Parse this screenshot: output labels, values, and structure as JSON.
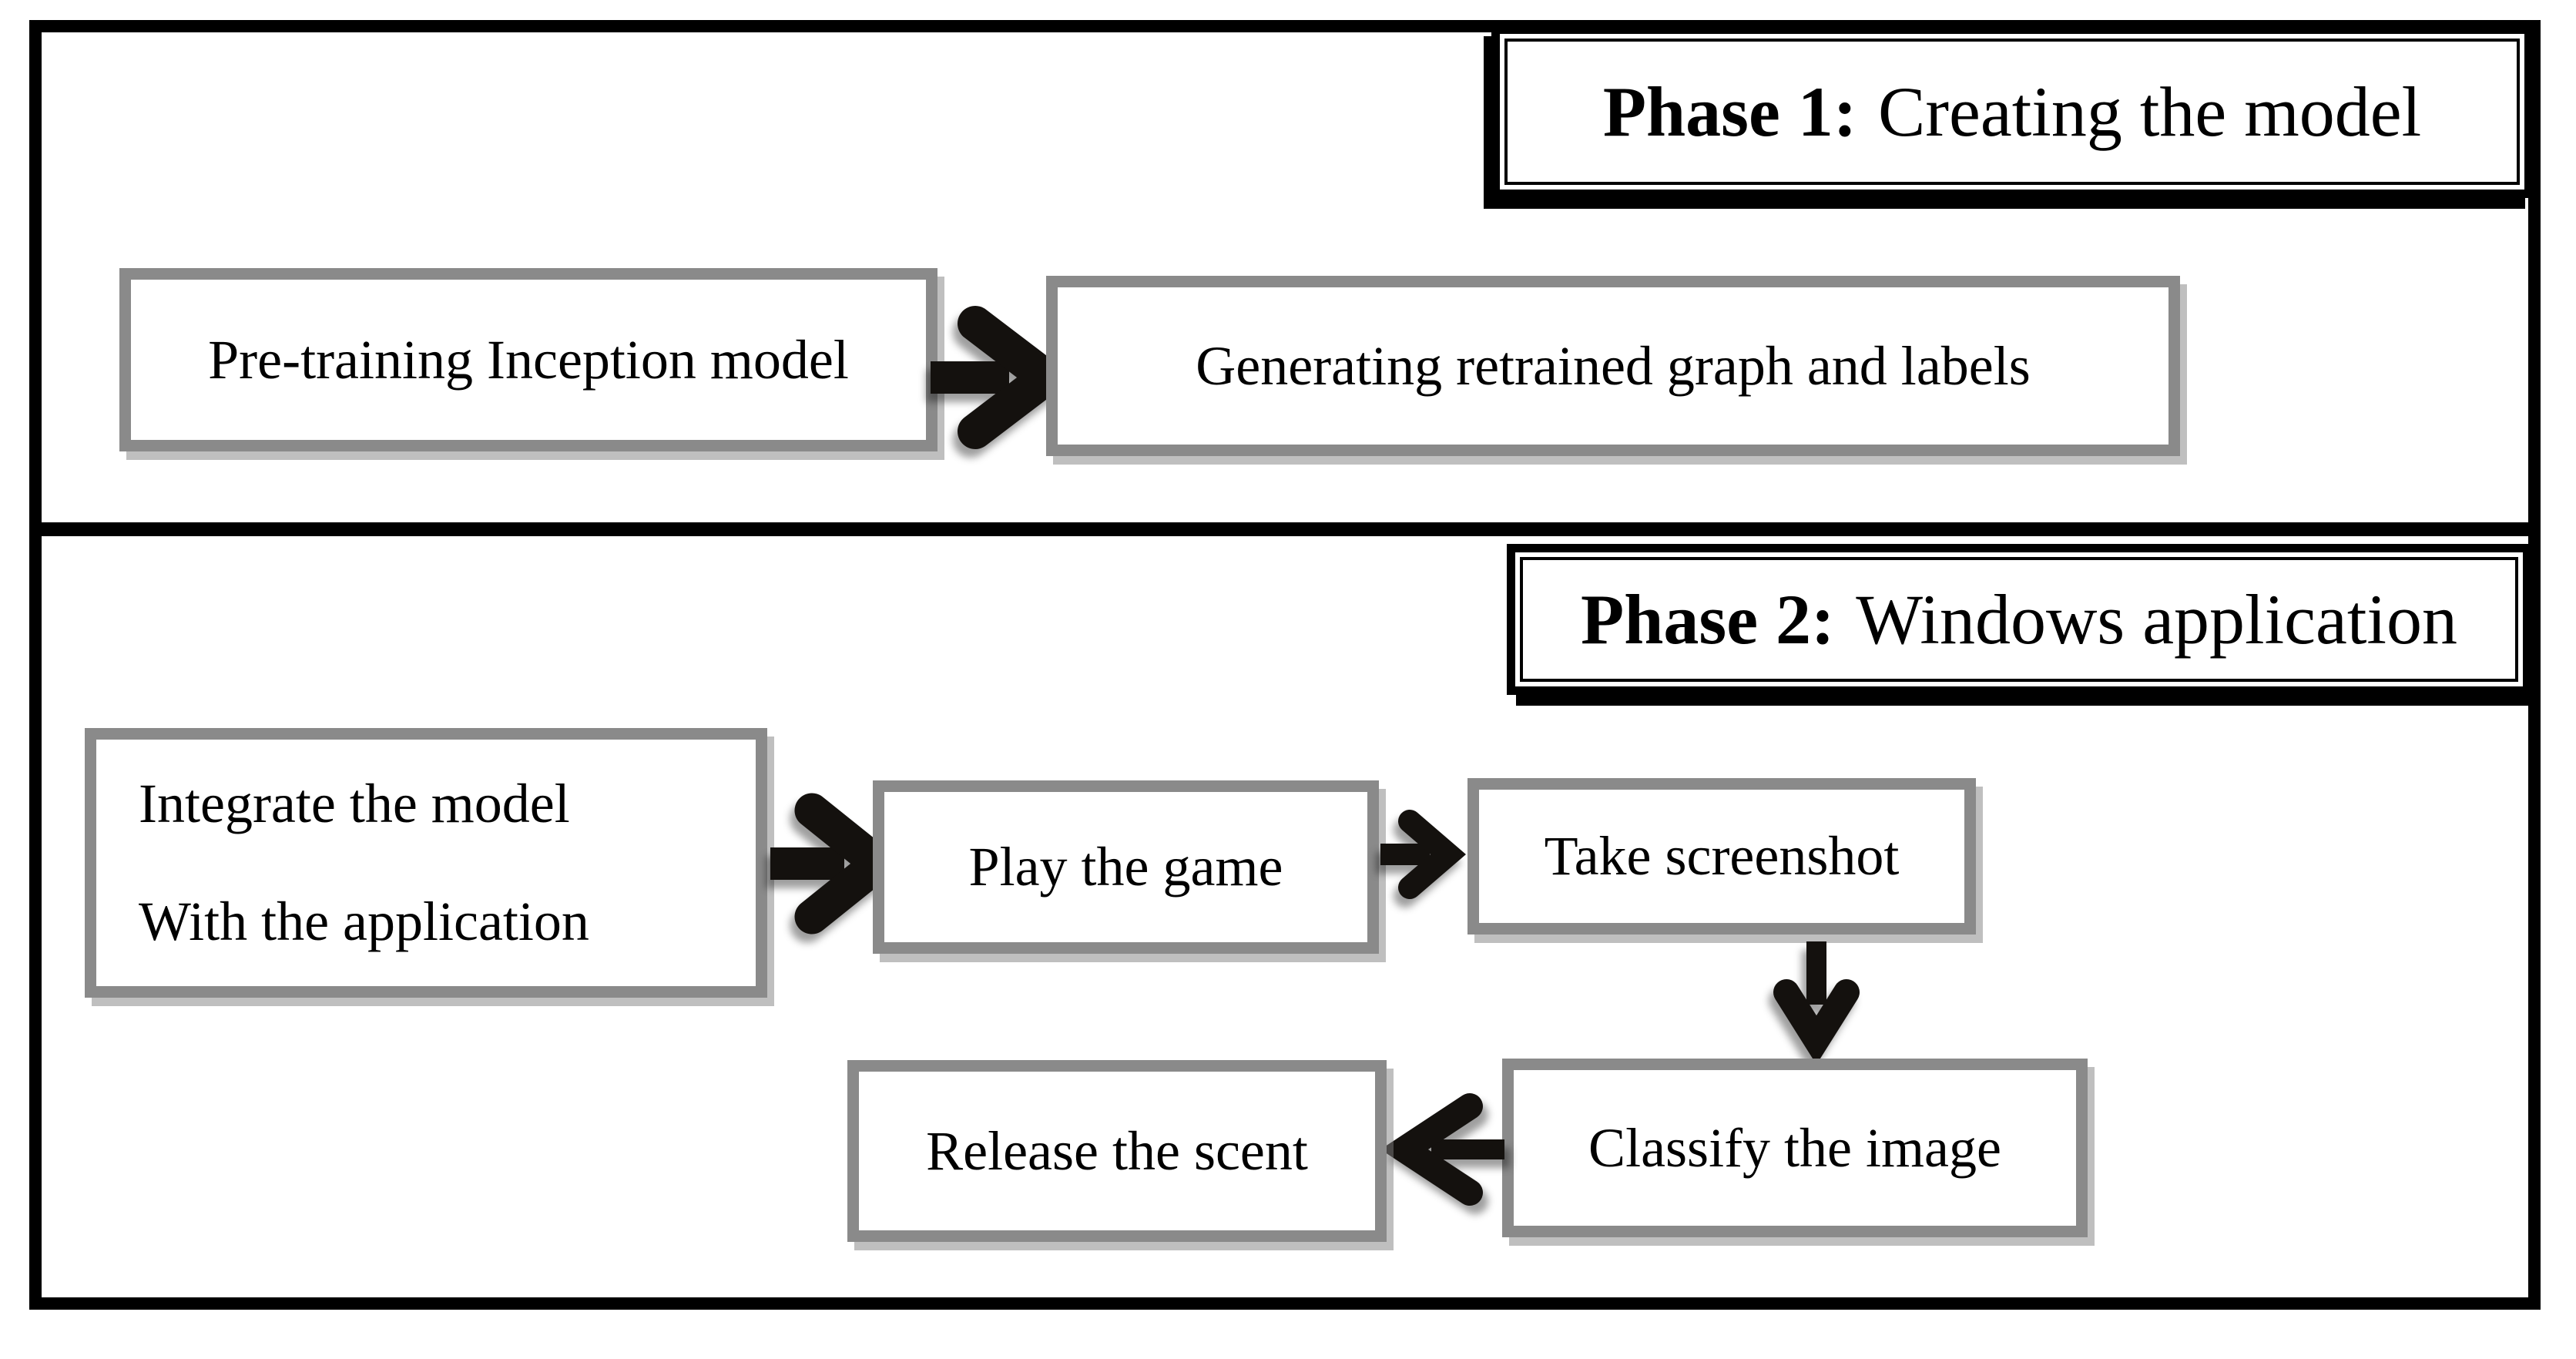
{
  "diagram": {
    "phase1": {
      "title_prefix": "Phase 1:",
      "title_text": "Creating the model",
      "step_pretraining": "Pre-training Inception model",
      "step_generating": "Generating retrained graph and labels"
    },
    "phase2": {
      "title_prefix": "Phase 2:",
      "title_text": "Windows application",
      "step_integrate_line1": "Integrate the model",
      "step_integrate_line2": "With the application",
      "step_play": "Play the game",
      "step_screenshot": "Take screenshot",
      "step_classify": "Classify the image",
      "step_release": "Release the scent"
    },
    "icons": {
      "flow_right": "block-arrow-right-icon",
      "flow_down": "block-arrow-down-icon",
      "flow_left": "block-arrow-left-icon"
    },
    "colors": {
      "frame_border": "#000000",
      "divider": "#000000",
      "title_box_border": "#000000",
      "step_box_border": "#8a8a8a",
      "arrow_fill": "#14110e",
      "text": "#000000",
      "background": "#ffffff"
    }
  }
}
